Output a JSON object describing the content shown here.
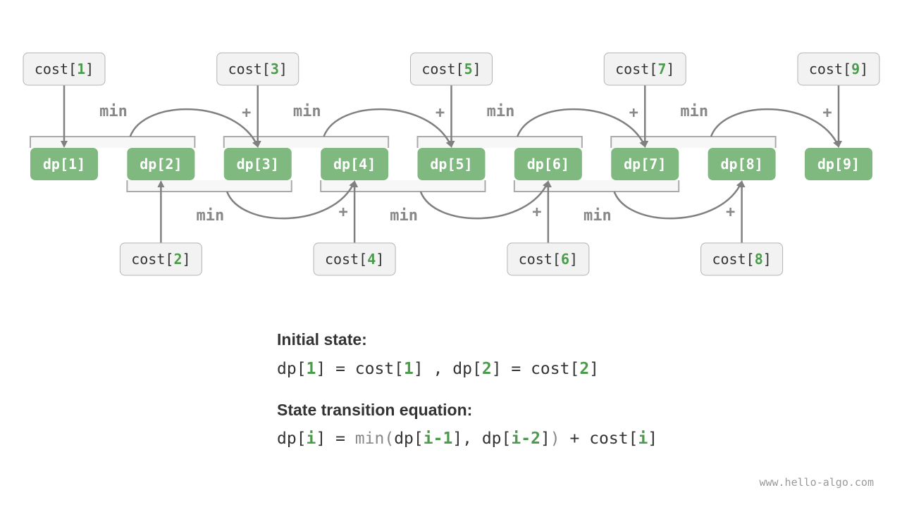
{
  "diagram": {
    "dp_nodes": [
      {
        "prefix": "dp[",
        "index": "1",
        "suffix": "]"
      },
      {
        "prefix": "dp[",
        "index": "2",
        "suffix": "]"
      },
      {
        "prefix": "dp[",
        "index": "3",
        "suffix": "]"
      },
      {
        "prefix": "dp[",
        "index": "4",
        "suffix": "]"
      },
      {
        "prefix": "dp[",
        "index": "5",
        "suffix": "]"
      },
      {
        "prefix": "dp[",
        "index": "6",
        "suffix": "]"
      },
      {
        "prefix": "dp[",
        "index": "7",
        "suffix": "]"
      },
      {
        "prefix": "dp[",
        "index": "8",
        "suffix": "]"
      },
      {
        "prefix": "dp[",
        "index": "9",
        "suffix": "]"
      }
    ],
    "cost_nodes": [
      {
        "prefix": "cost[",
        "index": "1",
        "suffix": "]"
      },
      {
        "prefix": "cost[",
        "index": "2",
        "suffix": "]"
      },
      {
        "prefix": "cost[",
        "index": "3",
        "suffix": "]"
      },
      {
        "prefix": "cost[",
        "index": "4",
        "suffix": "]"
      },
      {
        "prefix": "cost[",
        "index": "5",
        "suffix": "]"
      },
      {
        "prefix": "cost[",
        "index": "6",
        "suffix": "]"
      },
      {
        "prefix": "cost[",
        "index": "7",
        "suffix": "]"
      },
      {
        "prefix": "cost[",
        "index": "8",
        "suffix": "]"
      },
      {
        "prefix": "cost[",
        "index": "9",
        "suffix": "]"
      }
    ],
    "min_label": "min",
    "plus_label": "+"
  },
  "formulas": {
    "initial_heading": "Initial state:",
    "initial": {
      "p1": "dp[",
      "i1": "1",
      "p2": "] = cost[",
      "i2": "1",
      "p3": "] , dp[",
      "i3": "2",
      "p4": "] = cost[",
      "i4": "2",
      "p5": "]"
    },
    "transition_heading": "State transition equation:",
    "transition": {
      "p1": "dp[",
      "i1": "i",
      "p2": "] = ",
      "fn": "min",
      "open": "(",
      "p3": "dp[",
      "i2": "i-1",
      "p4": "], dp[",
      "i3": "i-2",
      "p5": "]",
      "close": ")",
      "p6": " + cost[",
      "i4": "i",
      "p7": "]"
    }
  },
  "watermark": "www.hello-algo.com",
  "colors": {
    "dp_fill": "#7fb97f",
    "index_green": "#4c9a4c",
    "cost_fill": "#f2f2f2",
    "arrow": "#808080"
  }
}
